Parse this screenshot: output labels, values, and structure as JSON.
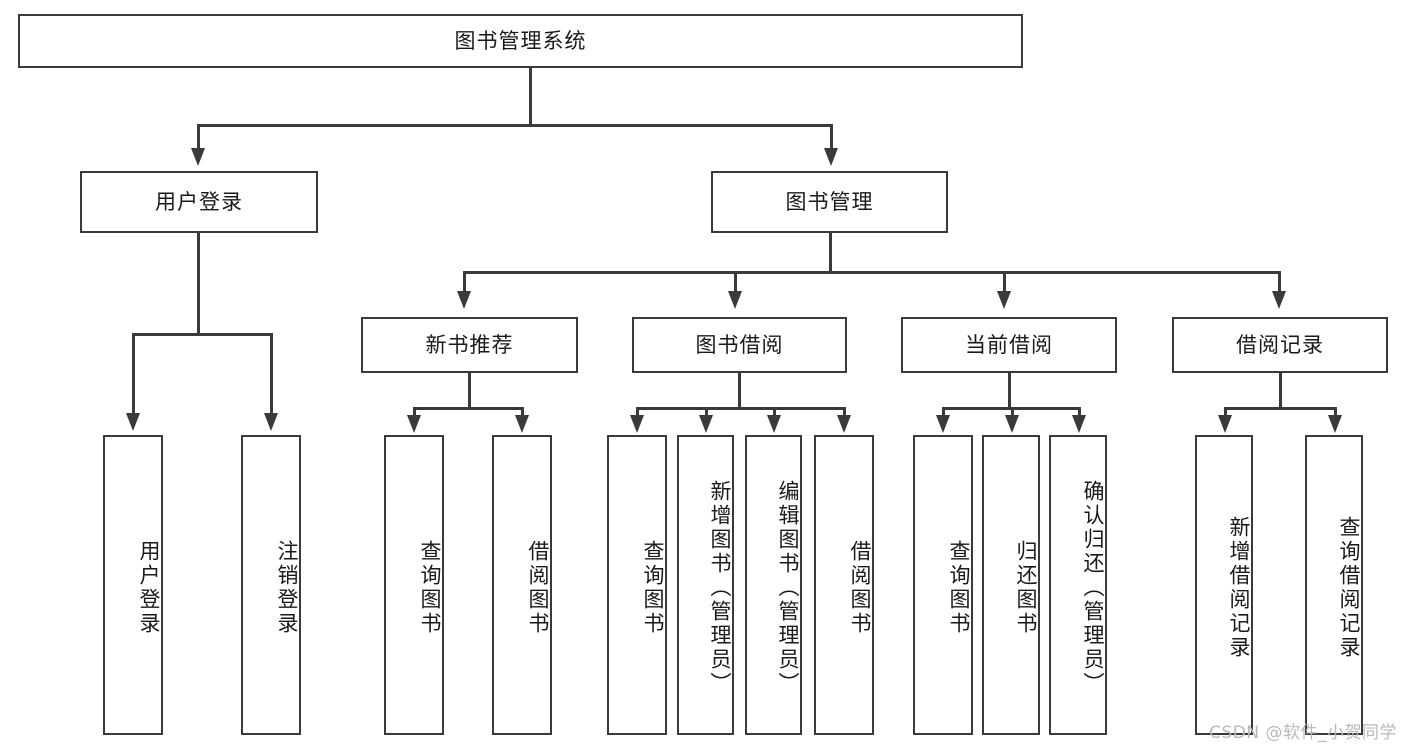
{
  "diagram": {
    "title": "图书管理系统",
    "type": "tree-hierarchy",
    "watermark": "CSDN @软件_小贺同学",
    "colors": {
      "stroke": "#3a3a3a",
      "fill": "#ffffff",
      "text": "#1a1a1a",
      "watermark": "#b9b9b9"
    },
    "root": {
      "label": "图书管理系统"
    },
    "level2": [
      {
        "label": "用户登录"
      },
      {
        "label": "图书管理"
      }
    ],
    "level3": [
      {
        "label": "新书推荐"
      },
      {
        "label": "图书借阅"
      },
      {
        "label": "当前借阅"
      },
      {
        "label": "借阅记录"
      }
    ],
    "leaves": {
      "user_login": [
        {
          "label": "用户登录"
        },
        {
          "label": "注销登录"
        }
      ],
      "new_book_recommend": [
        {
          "label": "查询图书"
        },
        {
          "label": "借阅图书"
        }
      ],
      "book_borrow": [
        {
          "label": "查询图书"
        },
        {
          "label": "新增图书（管理员）"
        },
        {
          "label": "编辑图书（管理员）"
        },
        {
          "label": "借阅图书"
        }
      ],
      "current_borrow": [
        {
          "label": "查询图书"
        },
        {
          "label": "归还图书"
        },
        {
          "label": "确认归还（管理员）"
        }
      ],
      "borrow_record": [
        {
          "label": "新增借阅记录"
        },
        {
          "label": "查询借阅记录"
        }
      ]
    }
  }
}
